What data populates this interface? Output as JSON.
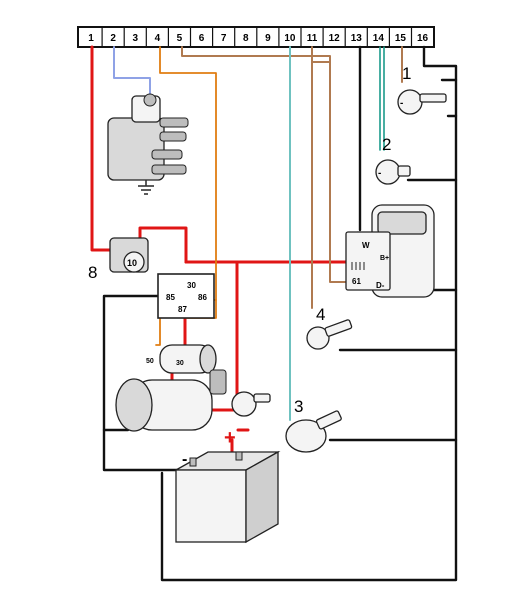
{
  "terminal_strip": {
    "pins": [
      "1",
      "2",
      "3",
      "4",
      "5",
      "6",
      "7",
      "8",
      "9",
      "10",
      "11",
      "12",
      "13",
      "14",
      "15",
      "16"
    ]
  },
  "component_labels": {
    "sender_1": "1",
    "sender_2": "2",
    "sender_3": "3",
    "sender_4": "4",
    "relay_8": "8"
  },
  "relay": {
    "badge": "10",
    "pins": {
      "p30": "30",
      "p85": "85",
      "p86": "86",
      "p87": "87"
    }
  },
  "starter": {
    "p50": "50",
    "p30": "30"
  },
  "alternator": {
    "w": "W",
    "bplus": "B+",
    "p61": "61",
    "dminus": "D-"
  },
  "battery": {
    "plus": "+",
    "minus": "-"
  },
  "colors": {
    "red": "#e01515",
    "black": "#111111",
    "orange": "#e07d12",
    "tan": "#b07a50",
    "light_blue": "#8fa2e6",
    "cyan": "#6fc2c0",
    "teal": "#1a9a8a"
  },
  "icons": [
    "ground-symbol-icon",
    "distributor-icon",
    "starter-motor-icon",
    "battery-icon",
    "alternator-icon"
  ]
}
